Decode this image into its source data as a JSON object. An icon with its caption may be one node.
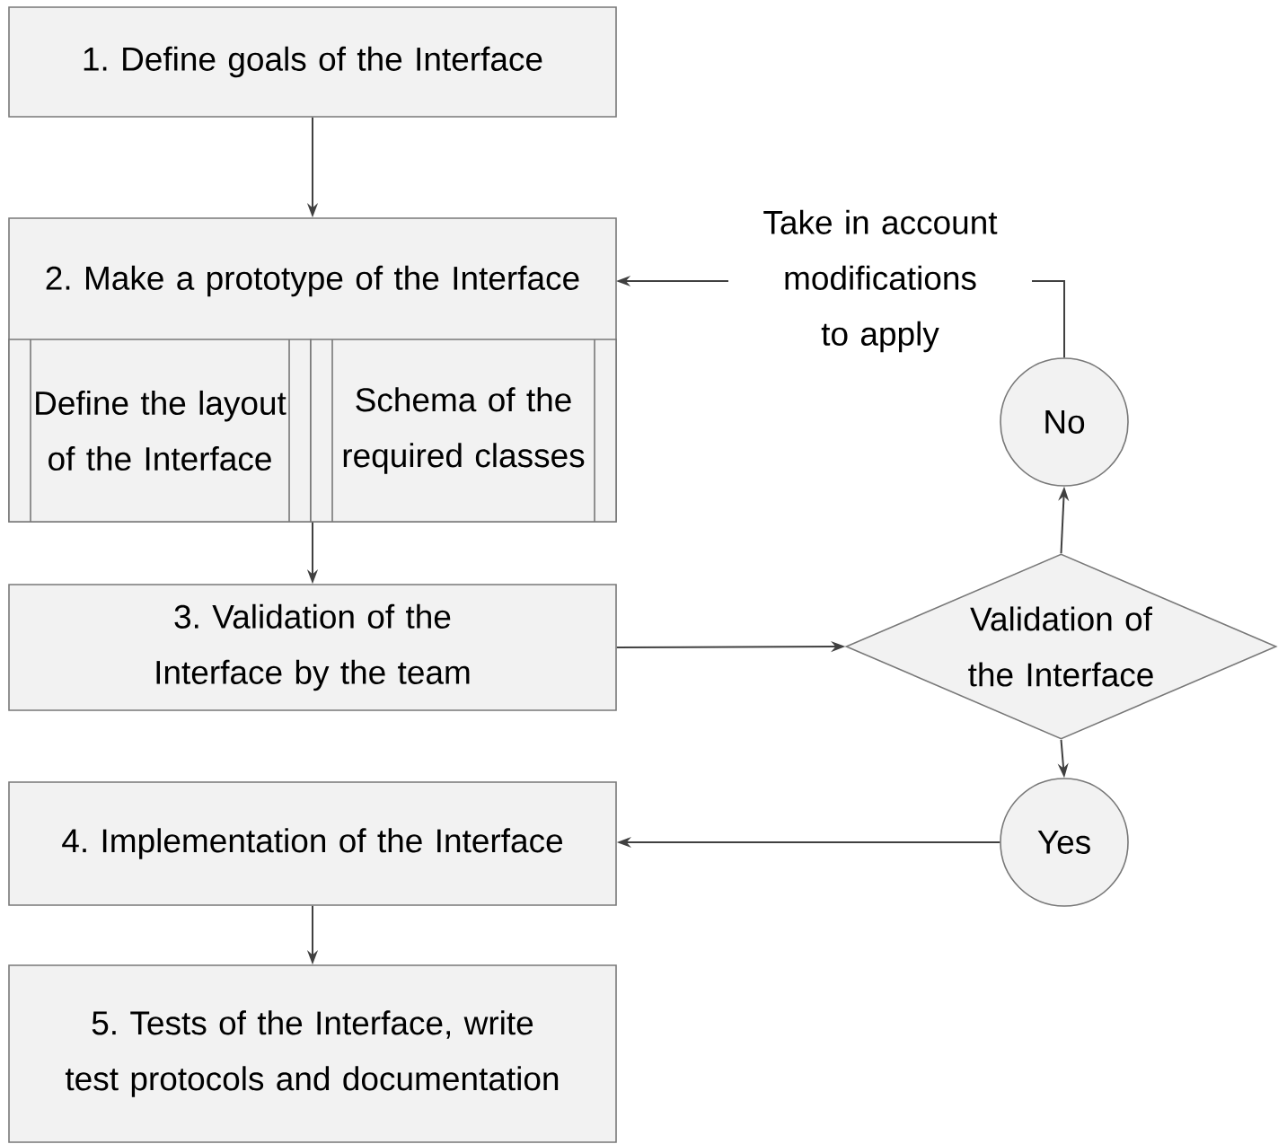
{
  "diagram": {
    "nodes": [
      {
        "text": [
          "1. Define goals of the Interface"
        ]
      },
      {
        "text": [
          "2. Make a prototype of the Interface"
        ]
      },
      {
        "text": [
          "Define the layout of the Interface"
        ],
        "in": 1
      },
      {
        "text": [
          "Schema of the required classes"
        ],
        "in": 1
      },
      {
        "text": [
          "3. Validation of the Interface by the team"
        ]
      },
      {
        "text": [
          "Validation of the Interface"
        ]
      },
      {
        "text": [
          "No"
        ]
      },
      {
        "text": [
          "Yes"
        ]
      },
      {
        "text": [
          "4. Implementation of the Interface"
        ]
      },
      {
        "text": [
          "5. Tests of the Interface, write test protocols and documentation"
        ]
      }
    ],
    "edges": [
      {
        "from": 0,
        "to": 1,
        "arrow": "to"
      },
      {
        "from": 1,
        "to": 4,
        "arrow": "to"
      },
      {
        "from": 4,
        "to": 5,
        "arrow": "to"
      },
      {
        "from": 5,
        "to": 6,
        "arrow": "to"
      },
      {
        "from": 6,
        "to": 1,
        "arrow": "to",
        "label": "Take in account modifications to apply"
      },
      {
        "from": 5,
        "to": 7,
        "arrow": "to"
      },
      {
        "from": 7,
        "to": 8,
        "arrow": "to"
      },
      {
        "from": 8,
        "to": 9,
        "arrow": "to"
      }
    ]
  }
}
